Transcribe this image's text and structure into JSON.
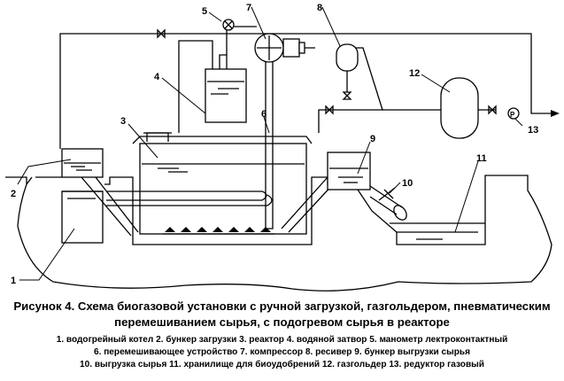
{
  "labels": {
    "n1": "1",
    "n2": "2",
    "n3": "3",
    "n4": "4",
    "n5": "5",
    "n6": "6",
    "n7": "7",
    "n8": "8",
    "n9": "9",
    "n10": "10",
    "n11": "11",
    "n12": "12",
    "n13": "13",
    "pressure_gauge_letter": "P"
  },
  "caption": {
    "title_line1": "Рисунок 4. Схема биогазовой установки с ручной загрузкой, газгольдером, пневматическим",
    "title_line2": "перемешиванием сырья, с подогревом сырья в реакторе",
    "legend_line1": "1.  водогрейный котел 2.  бункер загрузки 3.  реактор 4.  водяной затвор 5.  манометр лектроконтактный",
    "legend_line2": "6.  перемешивающее устройство 7.  компрессор 8.  ресивер 9.  бункер выгрузки сырья",
    "legend_line3": "10.  выгрузка сырья 11.  хранилище для биоудобрений 12.  газгольдер 13.  редуктор газовый"
  }
}
